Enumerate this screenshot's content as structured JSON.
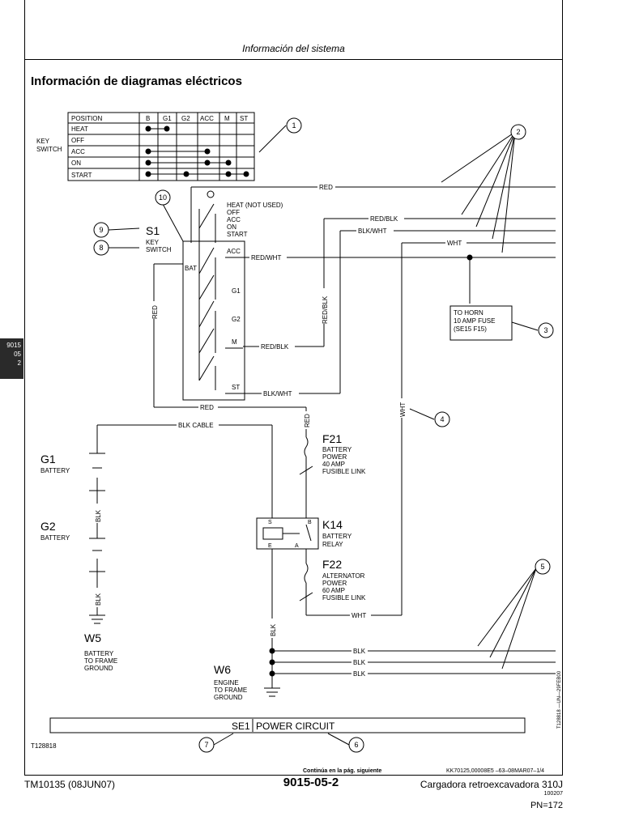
{
  "header": {
    "section": "Información del sistema"
  },
  "title": "Información de diagramas eléctricos",
  "side_tab": [
    "9015",
    "05",
    "2"
  ],
  "key_table": {
    "title_left": [
      "KEY",
      "SWITCH"
    ],
    "headers": [
      "POSITION",
      "B",
      "G1",
      "G2",
      "ACC",
      "M",
      "ST"
    ],
    "rows": [
      "HEAT",
      "OFF",
      "ACC",
      "ON",
      "START"
    ]
  },
  "callouts": [
    "1",
    "2",
    "3",
    "4",
    "5",
    "6",
    "7",
    "8",
    "9",
    "10"
  ],
  "switch": {
    "name": "S1",
    "desc": [
      "KEY",
      "SWITCH"
    ],
    "positions": [
      "HEAT (NOT USED)",
      "OFF",
      "ACC",
      "ON",
      "START"
    ],
    "terminals": [
      "BAT",
      "ACC",
      "G1",
      "G2",
      "M",
      "ST"
    ]
  },
  "wires": {
    "red": "RED",
    "red_blk": "RED/BLK",
    "blk_wht": "BLK/WHT",
    "wht": "WHT",
    "red_wht": "RED/WHT",
    "blk_cable": "BLK CABLE",
    "blk": "BLK"
  },
  "horn_note": [
    "TO HORN",
    "10 AMP FUSE",
    "(SE15 F15)"
  ],
  "f21": {
    "name": "F21",
    "desc": [
      "BATTERY",
      "POWER",
      "40 AMP",
      "FUSIBLE LINK"
    ]
  },
  "k14": {
    "name": "K14",
    "desc": [
      "BATTERY",
      "RELAY"
    ],
    "pins": [
      "S",
      "B",
      "E",
      "A"
    ]
  },
  "f22": {
    "name": "F22",
    "desc": [
      "ALTERNATOR",
      "POWER",
      "60 AMP",
      "FUSIBLE LINK"
    ]
  },
  "g1": {
    "name": "G1",
    "desc": "BATTERY"
  },
  "g2": {
    "name": "G2",
    "desc": "BATTERY"
  },
  "w5": {
    "name": "W5",
    "desc": [
      "BATTERY",
      "TO FRAME",
      "GROUND"
    ]
  },
  "w6": {
    "name": "W6",
    "desc": [
      "ENGINE",
      "TO FRAME",
      "GROUND"
    ]
  },
  "circuit_bar": {
    "code": "SE1",
    "name": "POWER CIRCUIT"
  },
  "figure_id": "T128818",
  "figure_side_id": "T128818 —UN—29FEB00",
  "continue_note": "Continúa en la pág. siguiente",
  "ref_code": "KK70125,00008E5   –63–08MAR07–1/4",
  "footer": {
    "left": "TM10135 (08JUN07)",
    "center": "9015-05-2",
    "right": "Cargadora retroexcavadora 310J",
    "small": "100207",
    "pn": "PN=172"
  }
}
